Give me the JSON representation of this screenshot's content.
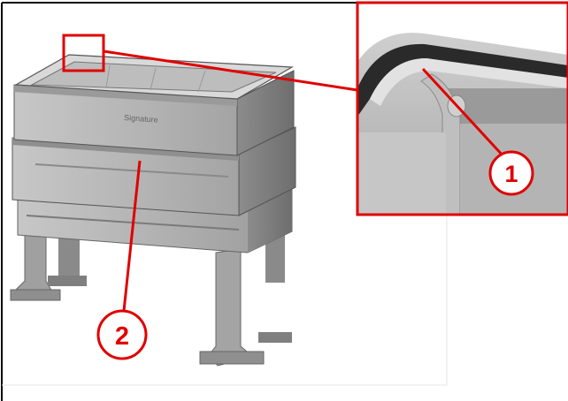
{
  "callouts": [
    {
      "number": "1"
    },
    {
      "number": "2"
    }
  ],
  "product_badge": "Signature",
  "colors": {
    "callout": "#e00000",
    "frame": "#000000",
    "product_light": "#d2d2d2",
    "product_mid": "#a8a8a8",
    "product_dark": "#6f6f6f",
    "gasket": "#2a2a2a"
  }
}
